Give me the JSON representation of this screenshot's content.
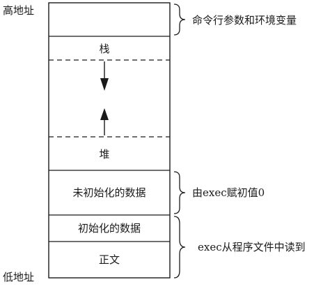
{
  "address_labels": {
    "high": "高地址",
    "low": "低地址"
  },
  "segments": {
    "args_env": "",
    "stack": "栈",
    "heap": "堆",
    "bss": "未初始化的数据",
    "data": "初始化的数据",
    "text": "正文"
  },
  "annotations": {
    "args_env": "命令行参数和环境变量",
    "bss": "由exec赋初值0",
    "data_text": "exec从程序文件中读到"
  },
  "colors": {
    "line": "#1a1a1a",
    "background": "#ffffff"
  }
}
